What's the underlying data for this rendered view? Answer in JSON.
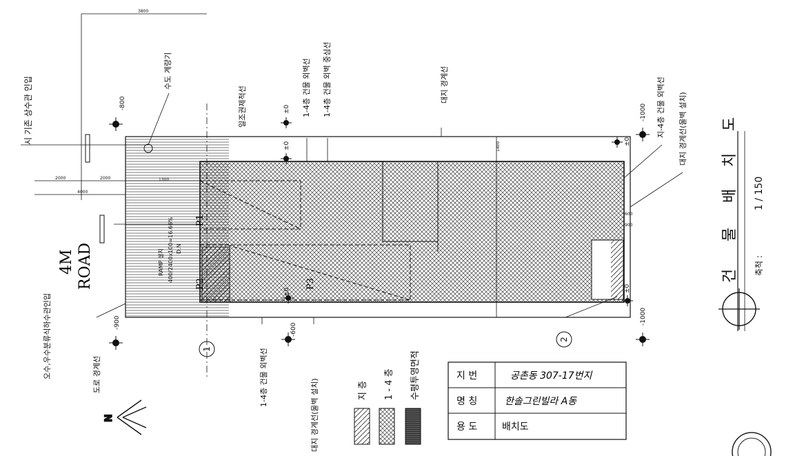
{
  "drawing": {
    "title_chars": [
      "건",
      "물",
      "배",
      "치",
      "도"
    ],
    "scale_label": "축척 :",
    "scale_value": "1 / 150",
    "north_label": "N",
    "road": {
      "width": "4M",
      "name": "ROAD"
    }
  },
  "rotated_labels": {
    "water_pipe_inlet": "시 기존 상수관 인입",
    "water_meter": "수도 계량기",
    "site_boundary_top": "대지 경계선",
    "bldg_outer_wall_14": "1-4층 건물 외벽선",
    "bldg_outer_wall_center": "1-4층 건물 외벽 중심선",
    "sunlight_line": "일조권제척선",
    "basement_outer_wall": "지-4층 건물 외벽선",
    "site_boundary_fence": "대지 경계선(울벽 설치)",
    "road_boundary": "도로 경계선",
    "sewage_inlet": "오수,우수분류식하수관인입",
    "ramp_note_1": "RAMP 설치",
    "ramp_note_2": "400/2400x100=16.66%",
    "bldg_outer_wall_14_bottom": "1-4층 건물 외벽선",
    "site_boundary_fence_bottom": "대지 경계선(울벽 설치)",
    "dn": "D.N"
  },
  "elevations": [
    "-800",
    "±0",
    "±0",
    "±0",
    "-1000",
    "-900",
    "±0",
    "-600",
    "-1000",
    "±0"
  ],
  "dimensions": [
    "3800",
    "2000",
    "2000",
    "4000",
    "1400",
    "600",
    "900",
    "1300"
  ],
  "parking": [
    "P1",
    "P2",
    "P3"
  ],
  "grid_marks": [
    "1",
    "2"
  ],
  "legend": [
    {
      "label": "지    층",
      "pattern": "diag"
    },
    {
      "label": "1 - 4 층",
      "pattern": "cross"
    },
    {
      "label": "수평투영면적",
      "pattern": "dark"
    }
  ],
  "info_table": [
    {
      "key": "지 번",
      "value": "공촌동 307-17번지"
    },
    {
      "key": "명 칭",
      "value": "한솔그린빌라 A동"
    },
    {
      "key": "용 도",
      "value": "배치도"
    }
  ],
  "colors": {
    "ink": "#111111",
    "hatch": "#555555",
    "paper": "#ffffff"
  }
}
